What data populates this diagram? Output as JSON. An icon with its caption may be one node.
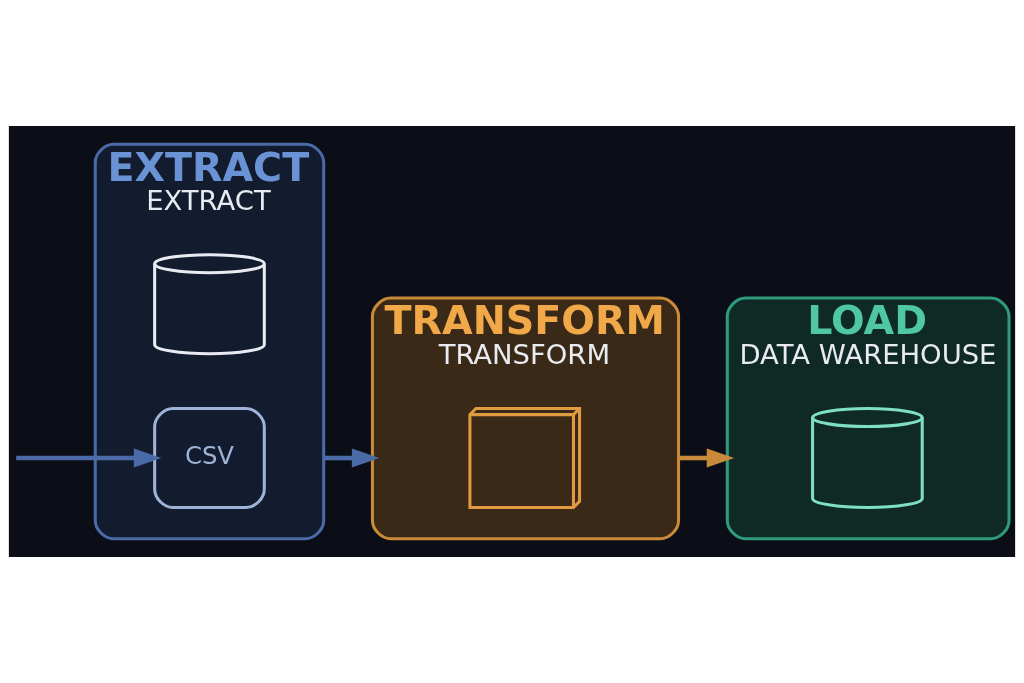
{
  "diagram": {
    "nodes": [
      {
        "text": [
          "EXTRACT",
          "EXTRACT"
        ]
      },
      {
        "text": [],
        "shape": "cylinder",
        "in": 0
      },
      {
        "text": [
          "CSV"
        ],
        "in": 0
      },
      {
        "text": [
          "TRANSFORM",
          "TRANSFORM"
        ]
      },
      {
        "text": [],
        "shape": "picture",
        "in": 3
      },
      {
        "text": [
          "LOAD",
          "DATA WAREHOUSE"
        ]
      },
      {
        "text": [],
        "shape": "cylinder",
        "in": 5
      }
    ],
    "edges": [
      {
        "from": null,
        "to": 2,
        "arrow": "to"
      },
      {
        "from": 0,
        "to": 3,
        "arrow": "to"
      },
      {
        "from": 3,
        "to": 5,
        "arrow": "to",
        "color": "#c98a3a"
      }
    ]
  }
}
